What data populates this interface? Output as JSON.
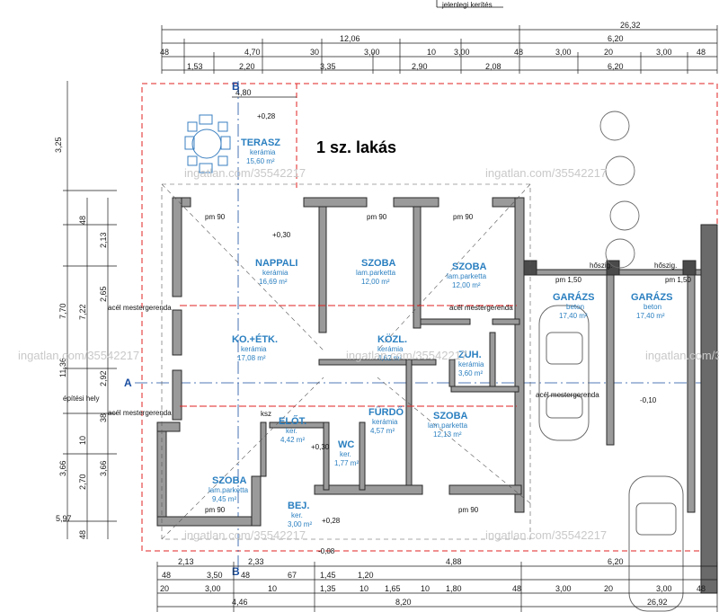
{
  "title": "1 sz. lakás",
  "top_note": "jelenlegi kerítés",
  "watermark": "ingatlan.com/35542217",
  "axes": {
    "a": "A",
    "b": "B"
  },
  "top_dims": {
    "total_right": "26,32",
    "row1": [
      "12,06",
      "6,20"
    ],
    "row2": [
      "48",
      "4,70",
      "30",
      "3,00",
      "10",
      "3,00",
      "48",
      "3,00",
      "20",
      "3,00",
      "48"
    ],
    "row3": [
      "1,53",
      "2,20",
      "3,35",
      "2,90",
      "2,08",
      "6,20"
    ],
    "sub": "4,80"
  },
  "bottom_dims": {
    "row1": [
      "2,13",
      "2,33",
      "4,88",
      "6,20"
    ],
    "row2": [
      "48",
      "3,50",
      "48",
      "67",
      "1,45",
      "1,20"
    ],
    "row3": [
      "20",
      "3,00",
      "10",
      "1,35",
      "10",
      "1,65",
      "10",
      "1,80",
      "48",
      "3,00",
      "20",
      "3,00",
      "48"
    ],
    "row4": [
      "4,46",
      "8,20"
    ],
    "total": "26,92"
  },
  "left_dims": [
    "3,25",
    "48",
    "2,13",
    "7,70",
    "7,22",
    "2,65",
    "11,36",
    "2,92",
    "10",
    "38",
    "3,66",
    "2,70",
    "3,66",
    "5,97",
    "48"
  ],
  "rooms": [
    {
      "name": "TERASZ",
      "floor": "kerámia",
      "area": "15,60 m²"
    },
    {
      "name": "NAPPALI",
      "floor": "kerámia",
      "area": "16,69 m²"
    },
    {
      "name": "SZOBA",
      "floor": "lam.parketta",
      "area": "12,00 m²"
    },
    {
      "name": "SZOBA",
      "floor": "lam.parketta",
      "area": "12,00 m²"
    },
    {
      "name": "KO.+ÉTK.",
      "floor": "kerámia",
      "area": "17,08 m²"
    },
    {
      "name": "KÖZL.",
      "floor": "kerámia",
      "area": "4,62 m²"
    },
    {
      "name": "ZUH.",
      "floor": "kerámia",
      "area": "3,60 m²"
    },
    {
      "name": "FÜRDŐ",
      "floor": "kerámia",
      "area": "4,57 m²"
    },
    {
      "name": "SZOBA",
      "floor": "lam.parketta",
      "area": "12,13 m²"
    },
    {
      "name": "ELŐT.",
      "floor": "ker.",
      "area": "4,42 m²"
    },
    {
      "name": "WC",
      "floor": "ker.",
      "area": "1,77 m²"
    },
    {
      "name": "SZOBA",
      "floor": "lam.parketta",
      "area": "9,45 m²"
    },
    {
      "name": "BEJ.",
      "floor": "ker.",
      "area": "3,00 m²"
    },
    {
      "name": "GARÁZS",
      "floor": "beton",
      "area": "17,40 m²"
    },
    {
      "name": "GARÁZS",
      "floor": "beton",
      "area": "17,40 m²"
    }
  ],
  "levels": [
    "+0,28",
    "+0,30",
    "+0,30",
    "-0,10",
    "+0,28",
    "-0,08"
  ],
  "notes": {
    "beam": "acél mestergerenda",
    "site": "építési hely",
    "ksz": "ksz",
    "hoszig": "hőszig."
  },
  "heights": [
    "pm 90",
    "pm 90",
    "pm 90",
    "pm 90",
    "pm 90",
    "pm 1,50",
    "pm 1,50"
  ],
  "colors": {
    "wall": "#4a4a4a",
    "wall_fill": "#9a9a9a",
    "blue": "#2a7fc0",
    "red": "#e02020",
    "dim": "#1a1a1a"
  }
}
